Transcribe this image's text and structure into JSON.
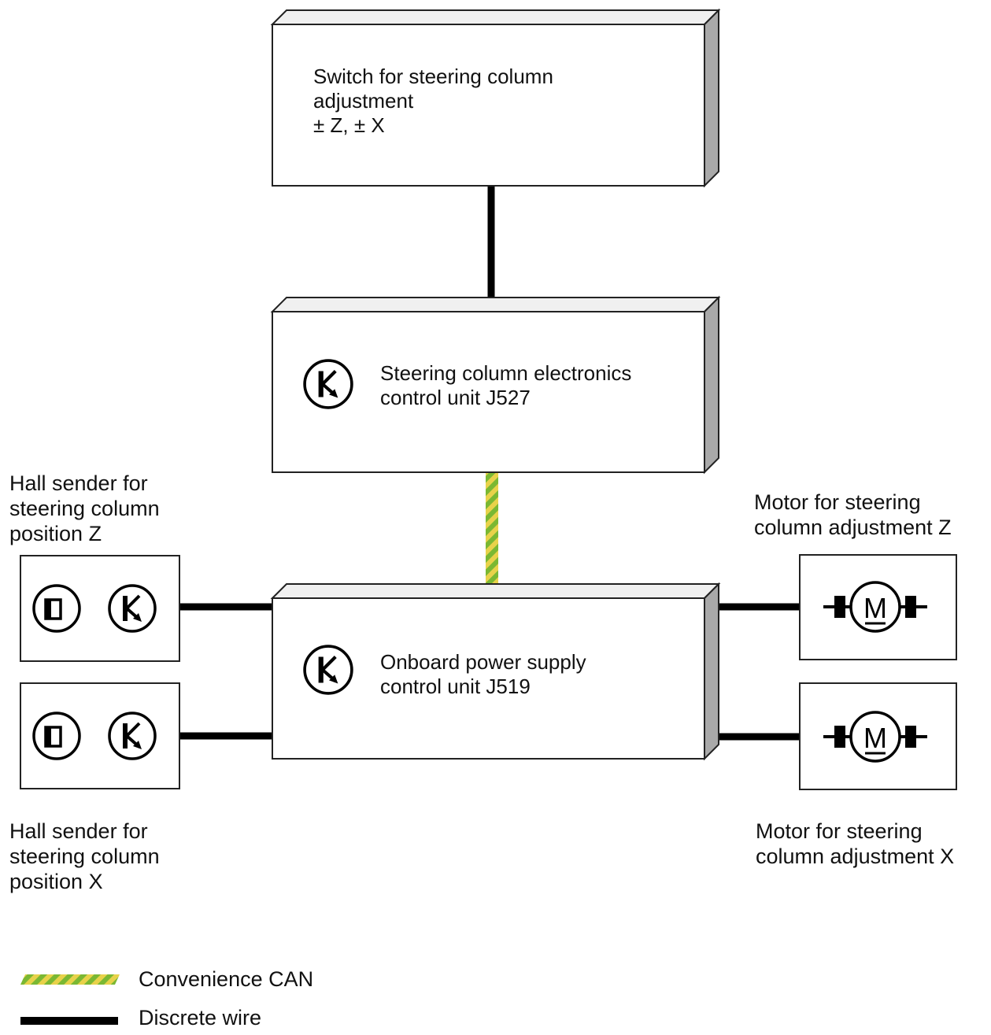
{
  "colors": {
    "wire": "#000000",
    "can_green": "#7ab833",
    "can_yellow": "#e8d24a",
    "box_face": "#ffffff",
    "box_top": "#f0f0f0",
    "box_side": "#a9a9a9",
    "box_stroke": "#222222"
  },
  "switch_box": {
    "label": "Switch for steering column\nadjustment\n± Z, ± X"
  },
  "j527_box": {
    "label": "Steering column electronics\ncontrol unit J527",
    "icon": "control-unit-icon"
  },
  "j519_box": {
    "label": "Onboard power supply\ncontrol unit J519",
    "icon": "control-unit-icon"
  },
  "hall_z": {
    "label": "Hall sender for\nsteering column\nposition Z",
    "icons": [
      "hall-sensor-icon",
      "control-unit-icon"
    ]
  },
  "hall_x": {
    "label": "Hall sender for\nsteering column\nposition X",
    "icons": [
      "hall-sensor-icon",
      "control-unit-icon"
    ]
  },
  "motor_z": {
    "label": "Motor for steering\ncolumn adjustment Z",
    "icon": "motor-icon",
    "symbol": "M"
  },
  "motor_x": {
    "label": "Motor for steering\ncolumn adjustment X",
    "icon": "motor-icon",
    "symbol": "M"
  },
  "legend": {
    "can_label": "Convenience CAN",
    "wire_label": "Discrete wire"
  }
}
